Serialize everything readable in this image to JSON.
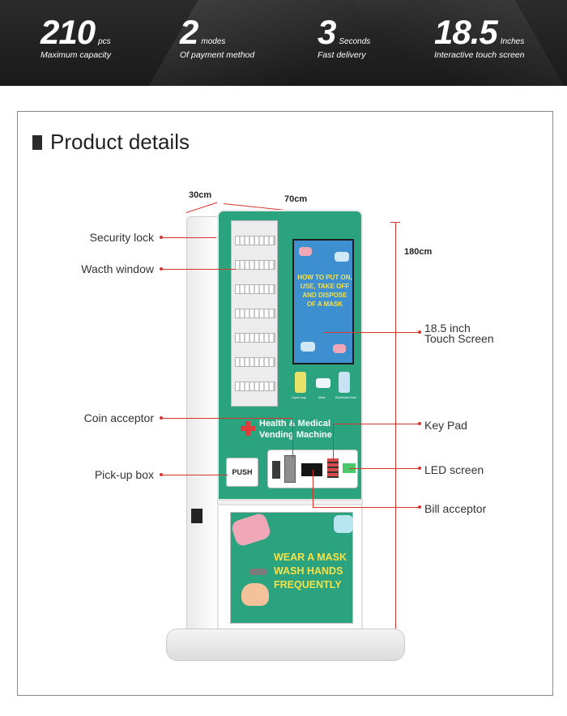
{
  "stats": [
    {
      "value": "210",
      "unit": "pcs",
      "description": "Maximum capacity"
    },
    {
      "value": "2",
      "unit": "modes",
      "description": "Of payment method"
    },
    {
      "value": "3",
      "unit": "Seconds",
      "description": "Fast delivery"
    },
    {
      "value": "18.5",
      "unit": "Inches",
      "description": "Interactive touch screen"
    }
  ],
  "section_title": "Product details",
  "dimensions": {
    "depth": "30cm",
    "width": "70cm",
    "height": "180cm"
  },
  "callouts": {
    "security_lock": "Security lock",
    "watch_window": "Wacth window",
    "coin_acceptor": "Coin acceptor",
    "pickup_box": "Pick-up box",
    "touch_screen_line1": "18.5 inch",
    "touch_screen_line2": "Touch Screen",
    "key_pad": "Key Pad",
    "led_screen": "LED screen",
    "bill_acceptor": "Bill acceptor"
  },
  "machine": {
    "screen_text": "HOW TO PUT ON, USE, TAKE OFF AND DISPOSE OF A MASK",
    "products": [
      "Liquid soap",
      "Mask",
      "Disinfectant fluid"
    ],
    "banner_line1": "Health & Medical",
    "banner_line2": "Vending Machine",
    "push_label": "PUSH",
    "poster_line1": "WEAR A MASK",
    "poster_line2": "WASH HANDS",
    "poster_line3": "FREQUENTLY"
  },
  "colors": {
    "panel_green": "#2aa37e",
    "callout_red": "#d9342b",
    "poster_text_yellow": "#f5e24a"
  }
}
